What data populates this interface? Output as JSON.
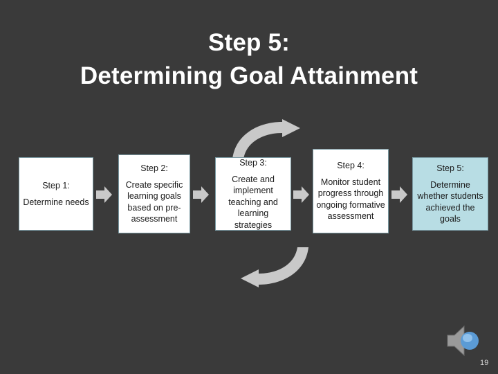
{
  "slide": {
    "background_color": "#3a3a3a",
    "title_line1": "Step 5:",
    "title_line2": "Determining Goal Attainment",
    "page_number": "19"
  },
  "diagram": {
    "type": "process-flow",
    "box_fill_white": "#ffffff",
    "box_fill_tint": "#b8dde4",
    "box_border": "#7a9aa3",
    "arrow_color": "#c9c9c9",
    "steps": [
      {
        "header": "Step 1:",
        "body": "Determine needs",
        "style": "white"
      },
      {
        "header": "Step 2:",
        "body": "Create specific learning goals based on pre-assessment",
        "style": "white"
      },
      {
        "header": "Step 3:",
        "body": "Create and implement teaching and learning strategies",
        "style": "white"
      },
      {
        "header": "Step 4:",
        "body": "Monitor student progress through ongoing formative assessment",
        "style": "white"
      },
      {
        "header": "Step 5:",
        "body": "Determine whether students achieved the goals",
        "style": "tint"
      }
    ]
  },
  "icons": {
    "speaker": "speaker-icon",
    "chevron": "chevron-right-icon",
    "cycle_top": "curved-arrow-icon",
    "cycle_bottom": "curved-arrow-icon"
  }
}
